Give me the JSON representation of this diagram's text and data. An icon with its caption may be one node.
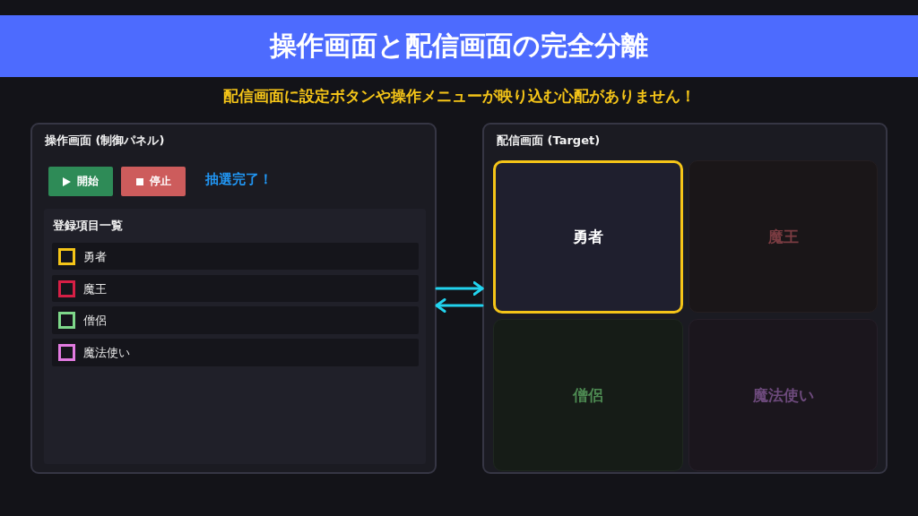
{
  "diagram": {
    "title": "操作画面と配信画面の完全分離",
    "nodes": [
      {
        "text": [
          "操作画面 (制御パネル)"
        ]
      },
      {
        "text": [
          "開始"
        ],
        "in": 0
      },
      {
        "text": [
          "停止"
        ],
        "in": 0
      },
      {
        "text": [
          "登録項目一覧"
        ],
        "in": 0
      },
      {
        "text": [
          "勇者"
        ],
        "in": 3
      },
      {
        "text": [
          "魔王"
        ],
        "in": 3
      },
      {
        "text": [
          "僧侶"
        ],
        "in": 3
      },
      {
        "text": [
          "魔法使い"
        ],
        "in": 3
      },
      {
        "text": [
          "配信画面 (Target)"
        ]
      },
      {
        "text": [
          "勇者"
        ],
        "in": 8
      },
      {
        "text": [
          "魔王"
        ],
        "in": 8
      },
      {
        "text": [
          "僧侶"
        ],
        "in": 8
      },
      {
        "text": [
          "魔法使い"
        ],
        "in": 8
      }
    ],
    "edges": [
      {
        "from": 0,
        "to": 8,
        "arrow": "to"
      },
      {
        "from": 8,
        "to": 0,
        "arrow": "to"
      }
    ],
    "labels": [
      "配信画面に設定ボタンや操作メニューが映り込む心配がありません！",
      "抽選完了！"
    ]
  }
}
